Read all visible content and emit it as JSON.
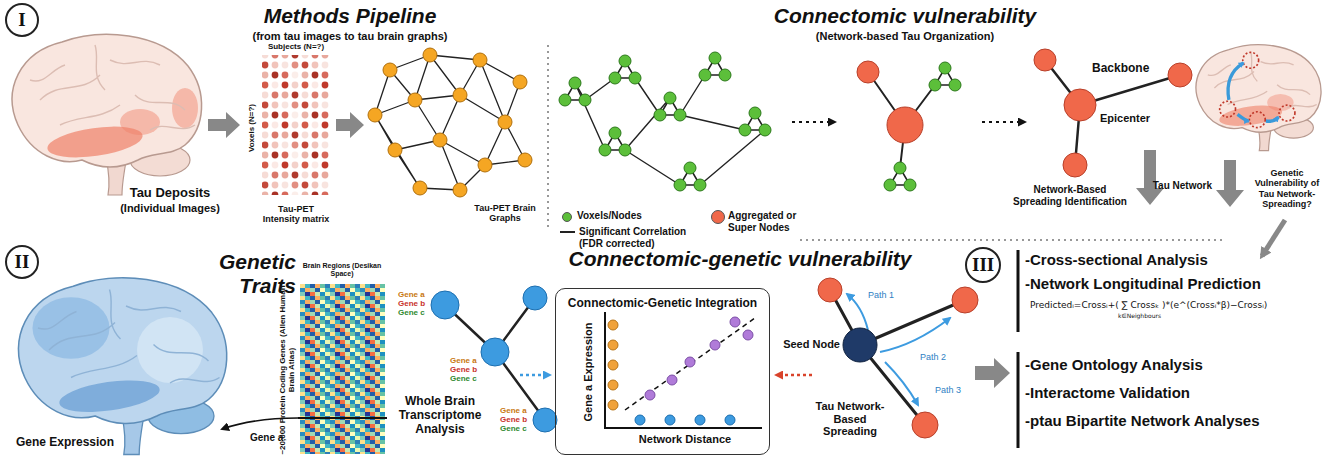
{
  "diagram": {
    "nodes": [
      {
        "text": [
          "I"
        ]
      },
      {
        "text": [
          "II"
        ]
      },
      {
        "text": [
          "Connectomic-Genetic Integration"
        ]
      },
      {
        "text": [
          "III"
        ]
      }
    ],
    "labels": [
      "Methods Pipeline",
      "(from tau images to tau brain graphs)",
      "Tau Deposits",
      "(Individual Images)",
      "Subjects (N=?)",
      "Voxels (N=?)",
      "Tau-PET Intensity matrix",
      "Tau-PET Brain Graphs",
      "Connectomic vulnerability",
      "(Network-based Tau Organization)",
      "Backbone",
      "Epicenter",
      "Network-Based Spreading Identification",
      "Tau Network",
      "Genetic Vulnerability of Tau Network-Spreading?",
      "Genetic Traits",
      "Brain Regions (Desikan Space)",
      "~20,000 Protein Coding Genes (Allen Human Brain Atlas)",
      "Gene a",
      "Gene Expression",
      "Connectomic-genetic vulnerability",
      "Gene a",
      "Gene b",
      "Gene c",
      "Gene a",
      "Gene b",
      "Gene c",
      "Gene a",
      "Gene b",
      "Gene c",
      "Whole Brain Transcriptome Analysis",
      "Gene a Expression",
      "Network Distance",
      "Seed Node",
      "Path 1",
      "Path 2",
      "Path 3",
      "Tau Network-Based Spreading",
      "-Cross-sectional Analysis",
      "-Network Longitudinal Prediction",
      "Predictedᵢ=Crossᵢ+( ∑ Crossₖ )*(e^(Crossᵢ*β)−Crossᵢ)",
      "-Gene Ontology Analysis",
      "-Interactome Validation",
      "-ptau Bipartite Network Analyses",
      "k∈Neighbours"
    ],
    "legend": [
      {
        "text": "Voxels/Nodes",
        "color": "#5cbf3a"
      },
      {
        "text": "Significant Correlation (FDR corrected)"
      },
      {
        "text": "Aggregated or Super Nodes",
        "color": "#f0684a"
      }
    ]
  }
}
